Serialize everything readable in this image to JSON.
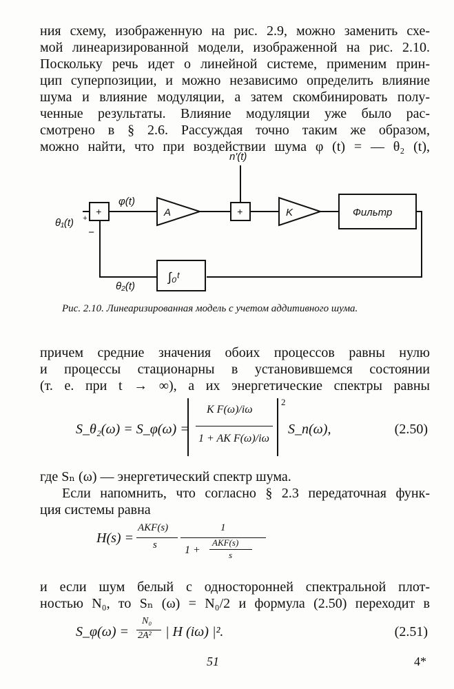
{
  "para1": [
    "ния схему, изображенную на рис. 2.9, можно заменить схе-",
    "мой линеаризированной модели, изображенной на рис. 2.10.",
    "Поскольку речь идет о линейной системе, применим прин-",
    "цип суперпозиции, и можно независимо определить влияние",
    "шума и влияние модуляции, а затем скомбинировать полу-",
    "ченные результаты. Влияние модуляции уже было рас-",
    "смотрено в § 2.6. Рассуждая точно таким же образом,",
    "можно найти, что при воздействии шума φ (t) = — θ₂ (t),"
  ],
  "diagram": {
    "input": "θ₁(t)",
    "plus": "+",
    "minus": "−",
    "phi": "φ(t)",
    "gainA": "A",
    "noise": "n'(t)",
    "gainK": "K",
    "filter": "Фильтр",
    "integrator": "∫₀ᵗ",
    "output": "θ₂(t)"
  },
  "caption": "Рис. 2.10. Линеаризированная модель с учетом аддитивного шума.",
  "para2": [
    "причем средние значения обоих процессов равны нулю",
    "и процессы стационарны в установившемся состоянии",
    "(т. е. при t → ∞), а их энергетические спектры равны"
  ],
  "eq250": {
    "lhs": "S_θ₂(ω) = S_φ(ω) =",
    "num": "K F(ω)/iω",
    "den": "1 + AK F(ω)/iω",
    "rhs": "S_n(ω),",
    "label": "(2.50)"
  },
  "para3": [
    "где Sₙ (ω) — энергетический спектр шума.",
    "Если напомнить, что согласно § 2.3 передаточная функ-",
    "ция системы равна"
  ],
  "eqH": {
    "lhs": "H(s) =",
    "f1num": "AKF(s)",
    "f1den": "s",
    "f2num": "1",
    "f2den_a": "1 +",
    "f2den_num": "AKF(s)",
    "f2den_den": "s"
  },
  "para4": [
    "и если шум белый с односторонней спектральной плот-",
    "ностью N₀, то Sₙ (ω) = N₀/2 и формула (2.50) переходит в"
  ],
  "eq251": {
    "lhs": "S_φ(ω) =",
    "num": "N₀",
    "den": "2A²",
    "rhs": "| H (iω) |².",
    "label": "(2.51)"
  },
  "footer": {
    "page": "51",
    "sig": "4*"
  }
}
